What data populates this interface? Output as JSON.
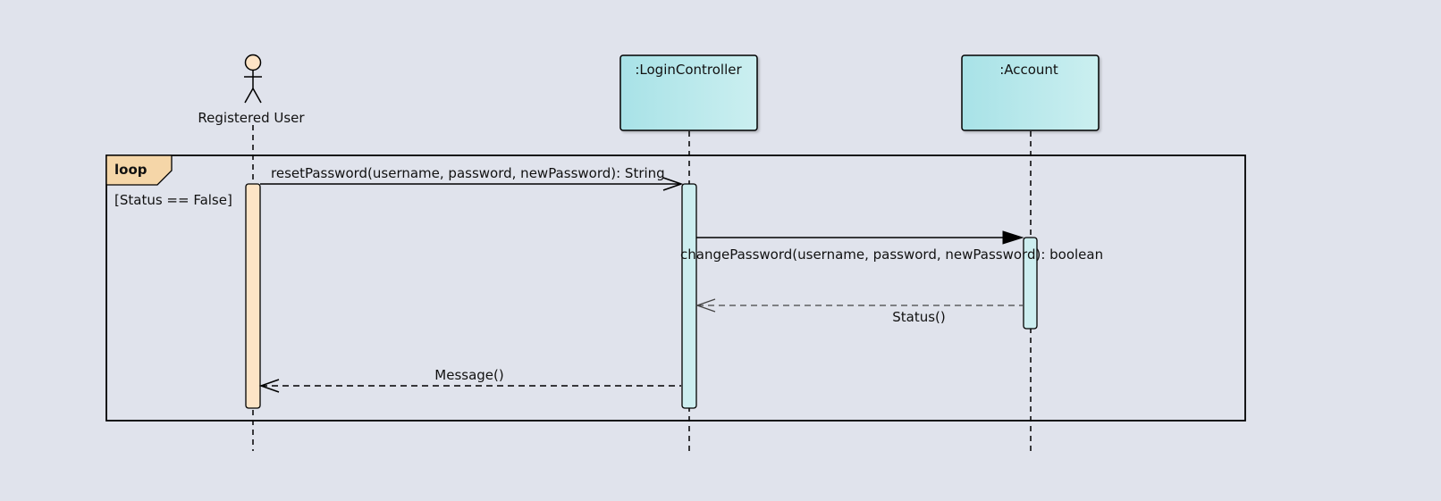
{
  "participants": {
    "actor": {
      "label": "Registered User"
    },
    "controller": {
      "label": ":LoginController"
    },
    "account": {
      "label": ":Account"
    }
  },
  "fragment": {
    "operator": "loop",
    "guard": "[Status == False]"
  },
  "messages": {
    "m1": {
      "label": "resetPassword(username, password, newPassword): String",
      "type": "sync"
    },
    "m2": {
      "label": "changePassword(username, password, newPassword): boolean",
      "type": "sync"
    },
    "m3": {
      "label": "Status()",
      "type": "return"
    },
    "m4": {
      "label": "Message()",
      "type": "return"
    }
  },
  "colors": {
    "background": "#e0e3ec",
    "actor_fill": "#fde4c6",
    "object_fill_start": "#a8e2e7",
    "object_fill_end": "#cbeff0",
    "activation_fill": "#cdeef0",
    "loop_tag_fill": "#f5d6a8",
    "line": "#000000"
  }
}
